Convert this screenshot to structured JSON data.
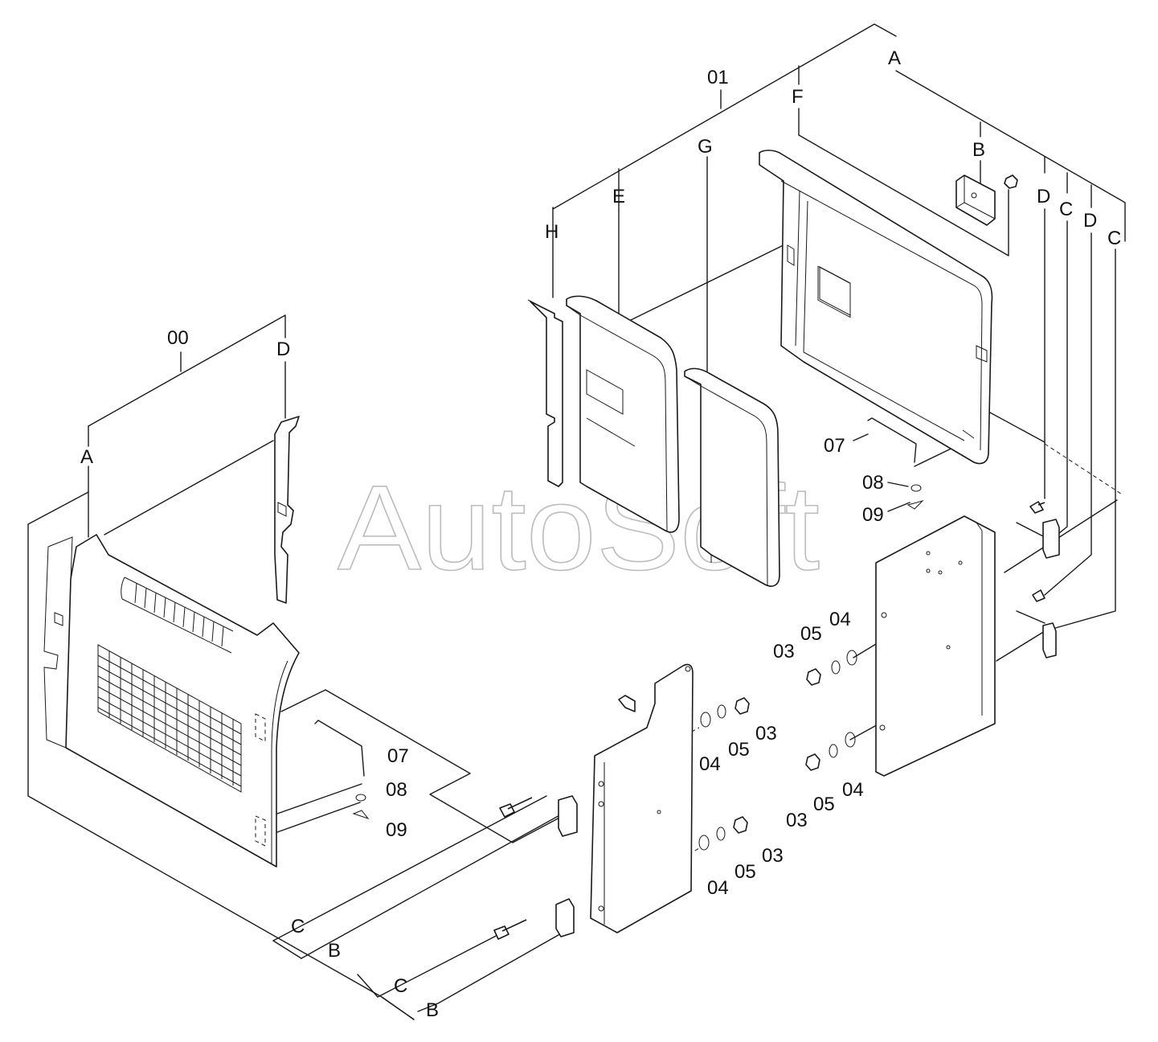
{
  "watermark": "AutoSoft",
  "labels": {
    "l00": "00",
    "l01": "01",
    "A_top": "A",
    "A_left": "A",
    "F": "F",
    "G": "G",
    "E": "E",
    "H": "H",
    "B_top": "B",
    "D1": "D",
    "C1": "C",
    "D2": "D",
    "C2": "C",
    "D_left": "D",
    "n07a": "07",
    "n08a": "08",
    "n09a": "09",
    "n07b": "07",
    "n08b": "08",
    "n09b": "09",
    "n03a": "03",
    "n05a": "05",
    "n04a": "04",
    "n04b": "04",
    "n05b": "05",
    "n03b": "03",
    "n03c": "03",
    "n05c": "05",
    "n04c": "04",
    "n04d": "04",
    "n05d": "05",
    "n03d": "03",
    "C_b1": "C",
    "B_b1": "B",
    "C_b2": "C",
    "B_b2": "B"
  }
}
